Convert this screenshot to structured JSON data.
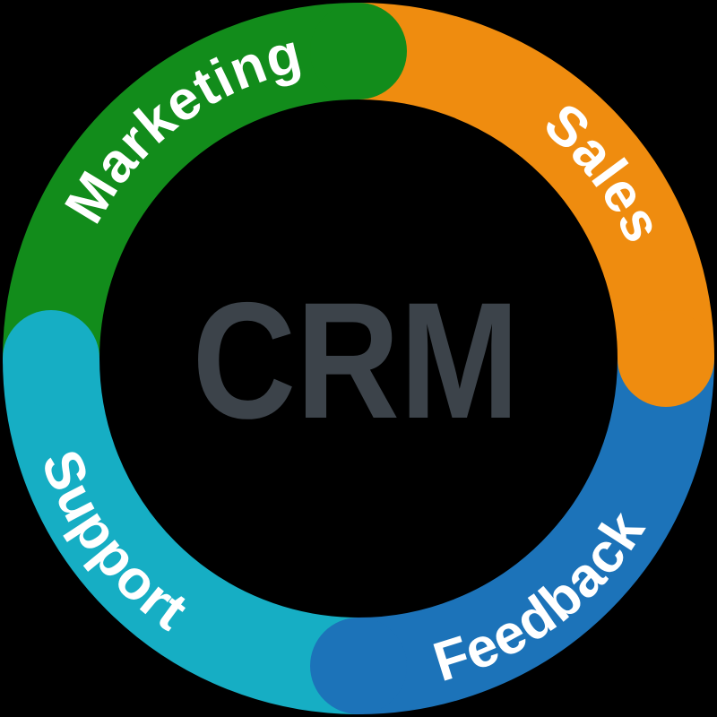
{
  "center": {
    "title": "CRM",
    "color": "#3C434A"
  },
  "label_color": "#FFFFFF",
  "background_color": "#000000",
  "segments": [
    {
      "id": "marketing",
      "label": "Marketing",
      "color": "#128C1B"
    },
    {
      "id": "sales",
      "label": "Sales",
      "color": "#EF8C0F"
    },
    {
      "id": "feedback",
      "label": "Feedback",
      "color": "#1C73B9"
    },
    {
      "id": "support",
      "label": "Support",
      "color": "#16AEC4"
    }
  ]
}
